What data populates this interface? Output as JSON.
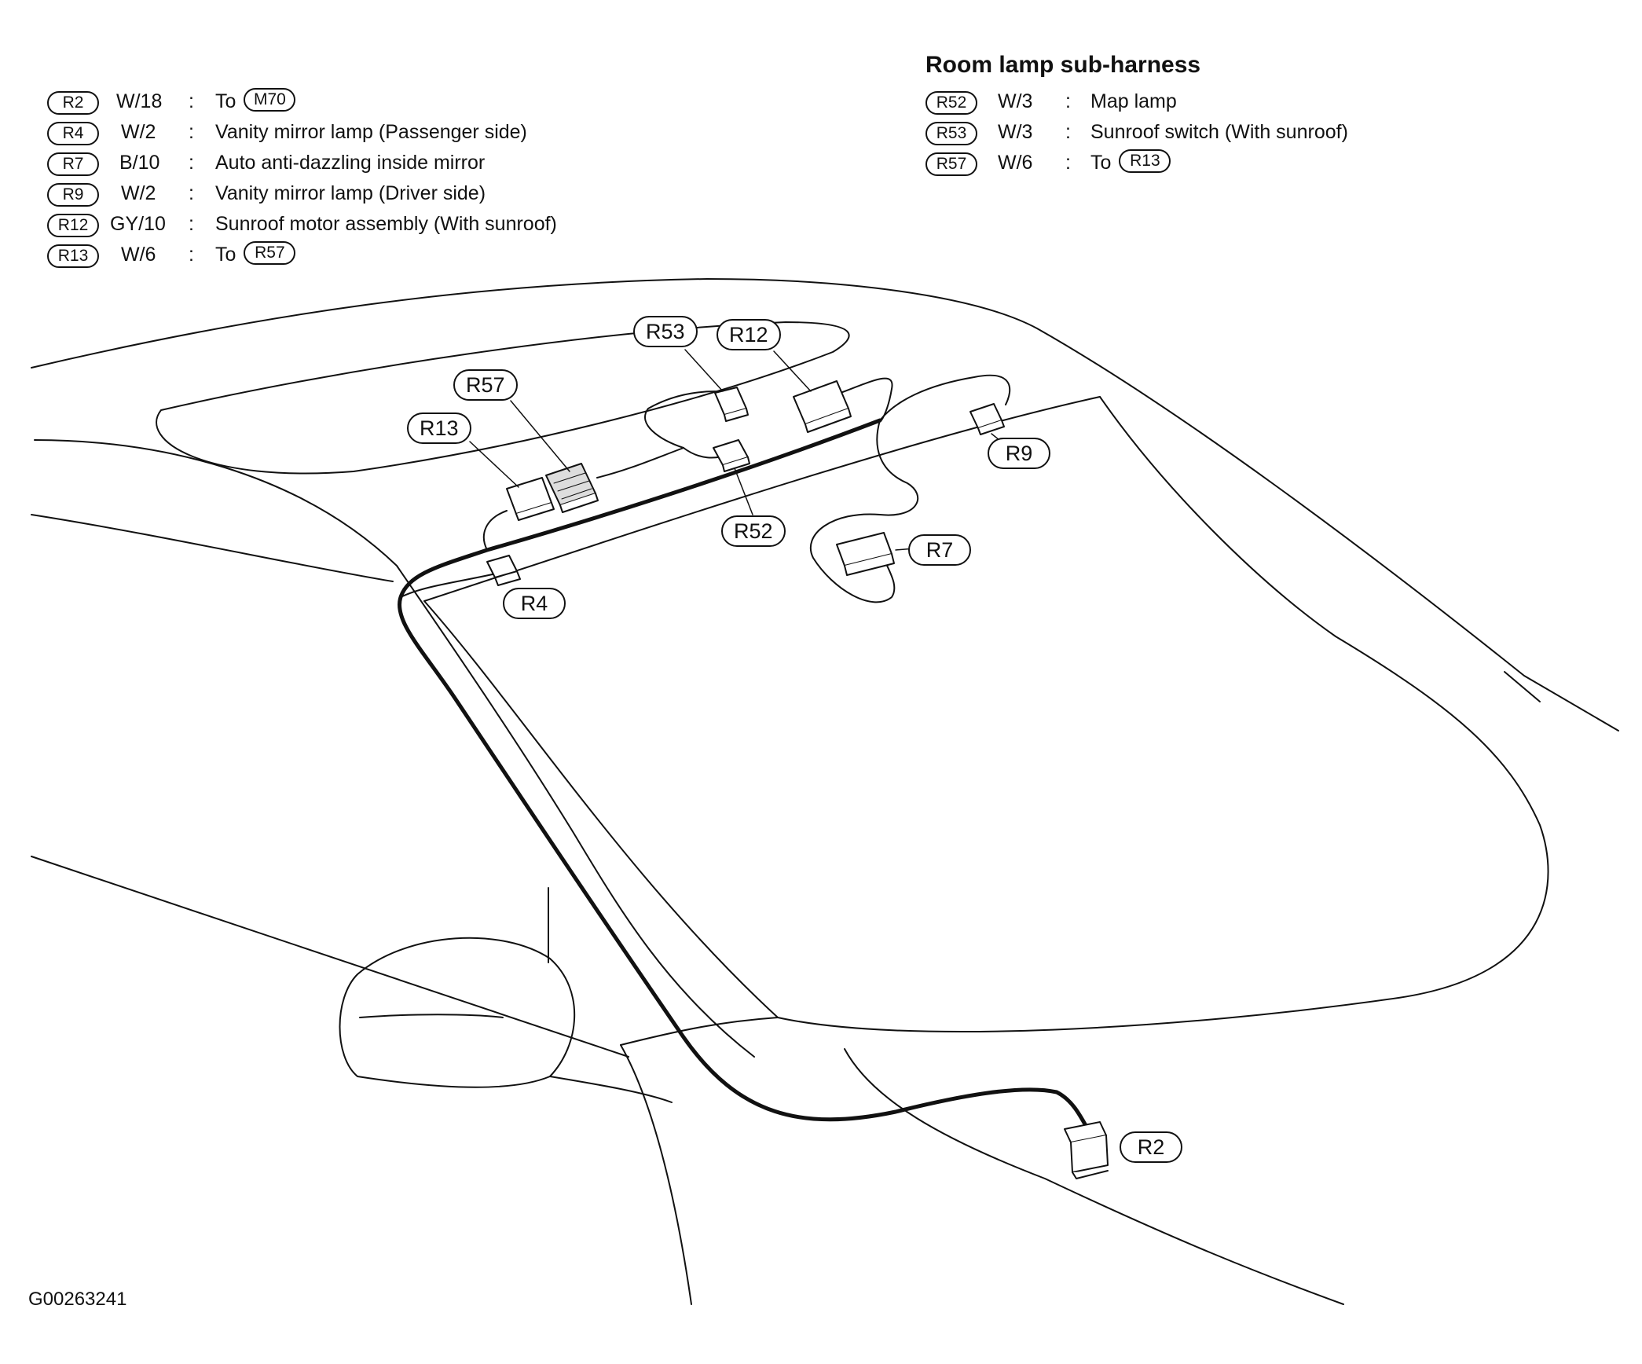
{
  "main_harness": [
    {
      "connector": "R2",
      "wire": "W/18",
      "desc": "To",
      "ref": "M70"
    },
    {
      "connector": "R4",
      "wire": "W/2",
      "desc": "Vanity mirror lamp (Passenger side)"
    },
    {
      "connector": "R7",
      "wire": "B/10",
      "desc": "Auto anti-dazzling inside mirror"
    },
    {
      "connector": "R9",
      "wire": "W/2",
      "desc": "Vanity mirror lamp (Driver side)"
    },
    {
      "connector": "R12",
      "wire": "GY/10",
      "desc": "Sunroof motor assembly (With sunroof)"
    },
    {
      "connector": "R13",
      "wire": "W/6",
      "desc": "To",
      "ref": "R57"
    }
  ],
  "sub_harness": {
    "title": "Room lamp sub-harness",
    "items": [
      {
        "connector": "R52",
        "wire": "W/3",
        "desc": "Map lamp"
      },
      {
        "connector": "R53",
        "wire": "W/3",
        "desc": "Sunroof switch (With sunroof)"
      },
      {
        "connector": "R57",
        "wire": "W/6",
        "desc": "To",
        "ref": "R13"
      }
    ]
  },
  "separator": ":",
  "callouts": {
    "r53": "R53",
    "r12": "R12",
    "r57": "R57",
    "r13": "R13",
    "r9": "R9",
    "r52": "R52",
    "r7": "R7",
    "r4": "R4",
    "r2": "R2"
  },
  "figure_id": "G00263241"
}
